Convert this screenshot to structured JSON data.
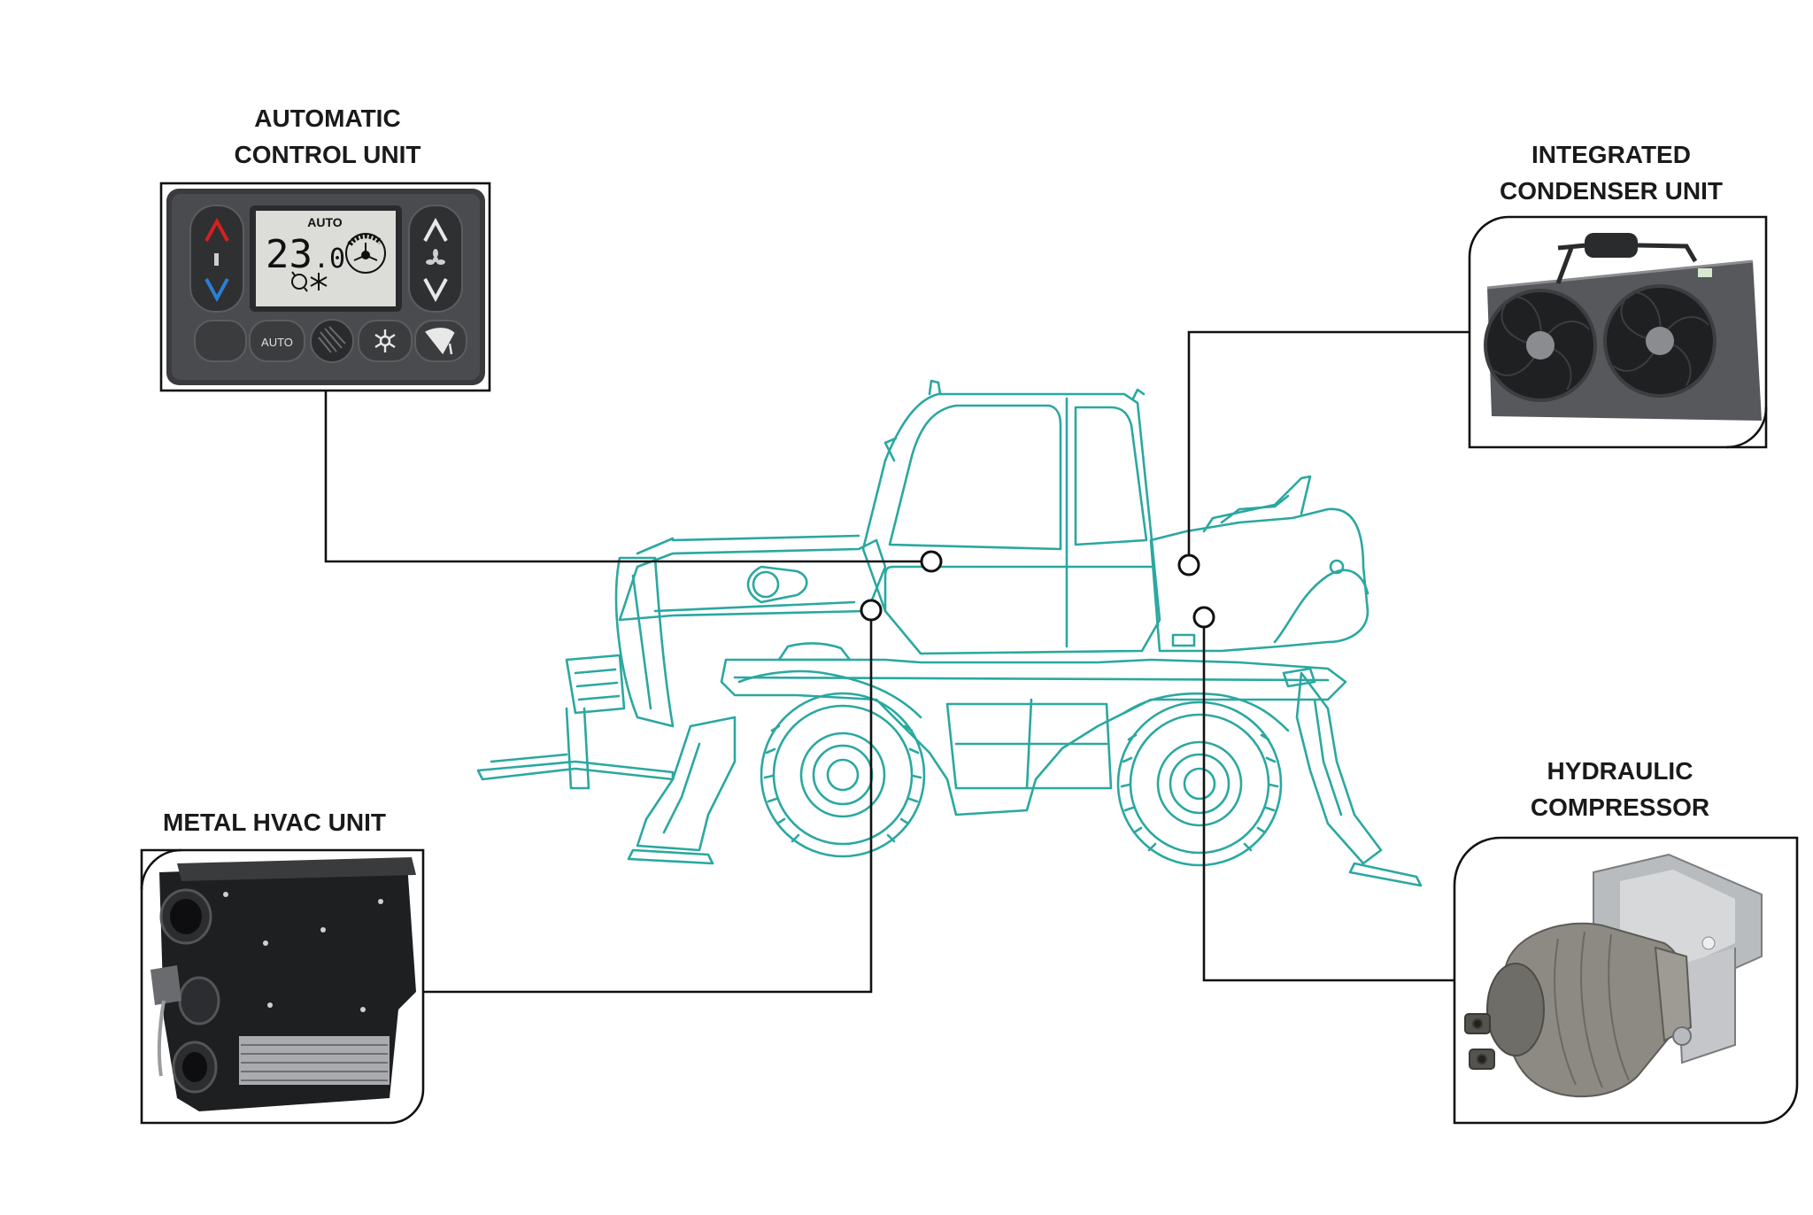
{
  "components": {
    "control_unit": {
      "title_line1": "AUTOMATIC",
      "title_line2": "CONTROL UNIT",
      "lcd_mode": "AUTO",
      "lcd_temp": "23",
      "lcd_temp_decimal": ".0",
      "auto_button_label": "AUTO"
    },
    "condenser": {
      "title_line1": "INTEGRATED",
      "title_line2": "CONDENSER UNIT"
    },
    "hvac": {
      "title": "METAL HVAC UNIT"
    },
    "compressor": {
      "title_line1": "HYDRAULIC",
      "title_line2": "COMPRESSOR"
    }
  },
  "colors": {
    "machine_outline": "#2aa8a0",
    "leader_line": "#111111",
    "temp_up_arrow": "#d42020",
    "temp_down_arrow": "#2a7fd4"
  },
  "icons": [
    "fan-icon",
    "snowflake-icon",
    "recirculation-icon",
    "windshield-defrost-icon",
    "thermometer-icon"
  ]
}
